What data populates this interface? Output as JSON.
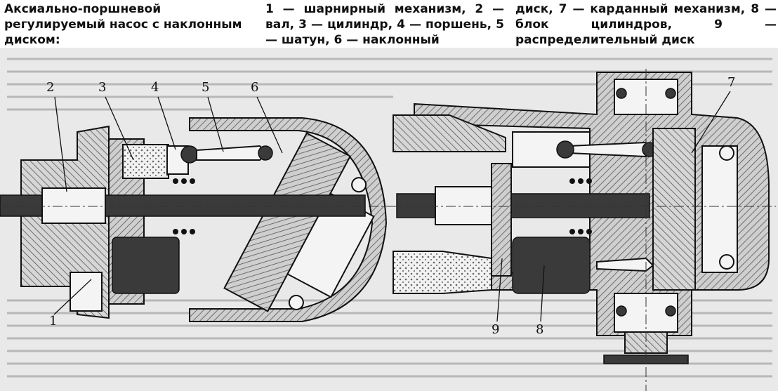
{
  "caption": {
    "title": "Аксиально-поршневой регулируемый насос с наклонным диском:",
    "col2": "1 — шарнирный механизм, 2 — вал, 3 — цилиндр, 4 — поршень, 5 — шатун, 6 — наклонный",
    "col3": "диск, 7 — карданный механизм, 8 — блок цилиндров, 9 — распределительный диск"
  },
  "labels": {
    "l1": "1",
    "l2": "2",
    "l3": "3",
    "l4": "4",
    "l5": "5",
    "l6": "6",
    "l7": "7",
    "l8": "8",
    "l9": "9"
  }
}
